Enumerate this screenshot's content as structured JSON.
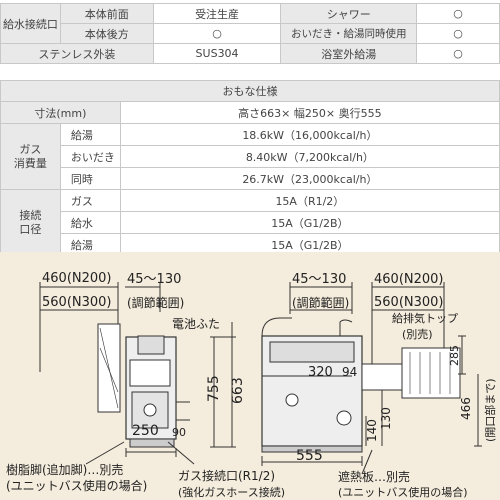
{
  "top_table": {
    "group_label": "給水接続口",
    "row1": {
      "label": "本体前面",
      "value": "受注生産",
      "label2": "シャワー",
      "mark2": "○"
    },
    "row2": {
      "label": "本体後方",
      "value": "○",
      "label2": "おいだき・給湯同時使用",
      "mark2": "○"
    },
    "row3": {
      "label": "ステンレス外装",
      "value": "SUS304",
      "label2": "浴室外給湯",
      "mark2": "○"
    }
  },
  "spec": {
    "header": "おもな仕様",
    "size": {
      "label": "寸法(mm)",
      "value": "高さ663× 幅250× 奥行555"
    },
    "gas_consumption": {
      "label_line1": "ガス",
      "label_line2": "消費量",
      "rows": [
        {
          "label": "給湯",
          "value": "18.6kW（16,000kcal/h）"
        },
        {
          "label": "おいだき",
          "value": "8.40kW（7,200kcal/h）"
        },
        {
          "label": "同時",
          "value": "26.7kW（23,000kcal/h）"
        }
      ]
    },
    "connection": {
      "label_line1": "接続",
      "label_line2": "口径",
      "rows": [
        {
          "label": "ガス",
          "value": "15A（R1/2）"
        },
        {
          "label": "給水",
          "value": "15A（G1/2B）"
        },
        {
          "label": "給湯",
          "value": "15A（G1/2B）"
        }
      ]
    }
  },
  "diagram": {
    "left": {
      "dim_460": "460(N200)",
      "dim_560": "560(N300)",
      "dim_45_130": "45～130",
      "adjust": "(調節範囲)",
      "battery_cover": "電池ふた",
      "dim_755": "755",
      "dim_663": "663",
      "dim_250": "250",
      "dim_90": "90",
      "resin_leg_1": "樹脂脚(追加脚)…別売",
      "resin_leg_2": "(ユニットバス使用の場合)",
      "gas_port_1": "ガス接続口(R1/2)",
      "gas_port_2": "(強化ガスホース接続)"
    },
    "right": {
      "dim_45_130": "45～130",
      "adjust": "(調節範囲)",
      "dim_460": "460(N200)",
      "dim_560": "560(N300)",
      "exhaust_top_1": "給排気トップ",
      "exhaust_top_2": "(別売)",
      "dim_320": "320",
      "dim_94": "94",
      "dim_285": "285",
      "dim_466": "466",
      "opening_note": "(開口部まで)",
      "dim_140": "140",
      "dim_130": "130",
      "dim_555": "555",
      "heat_shield_1": "遮熱板…別売",
      "heat_shield_2": "(ユニットバス使用の場合)"
    }
  }
}
